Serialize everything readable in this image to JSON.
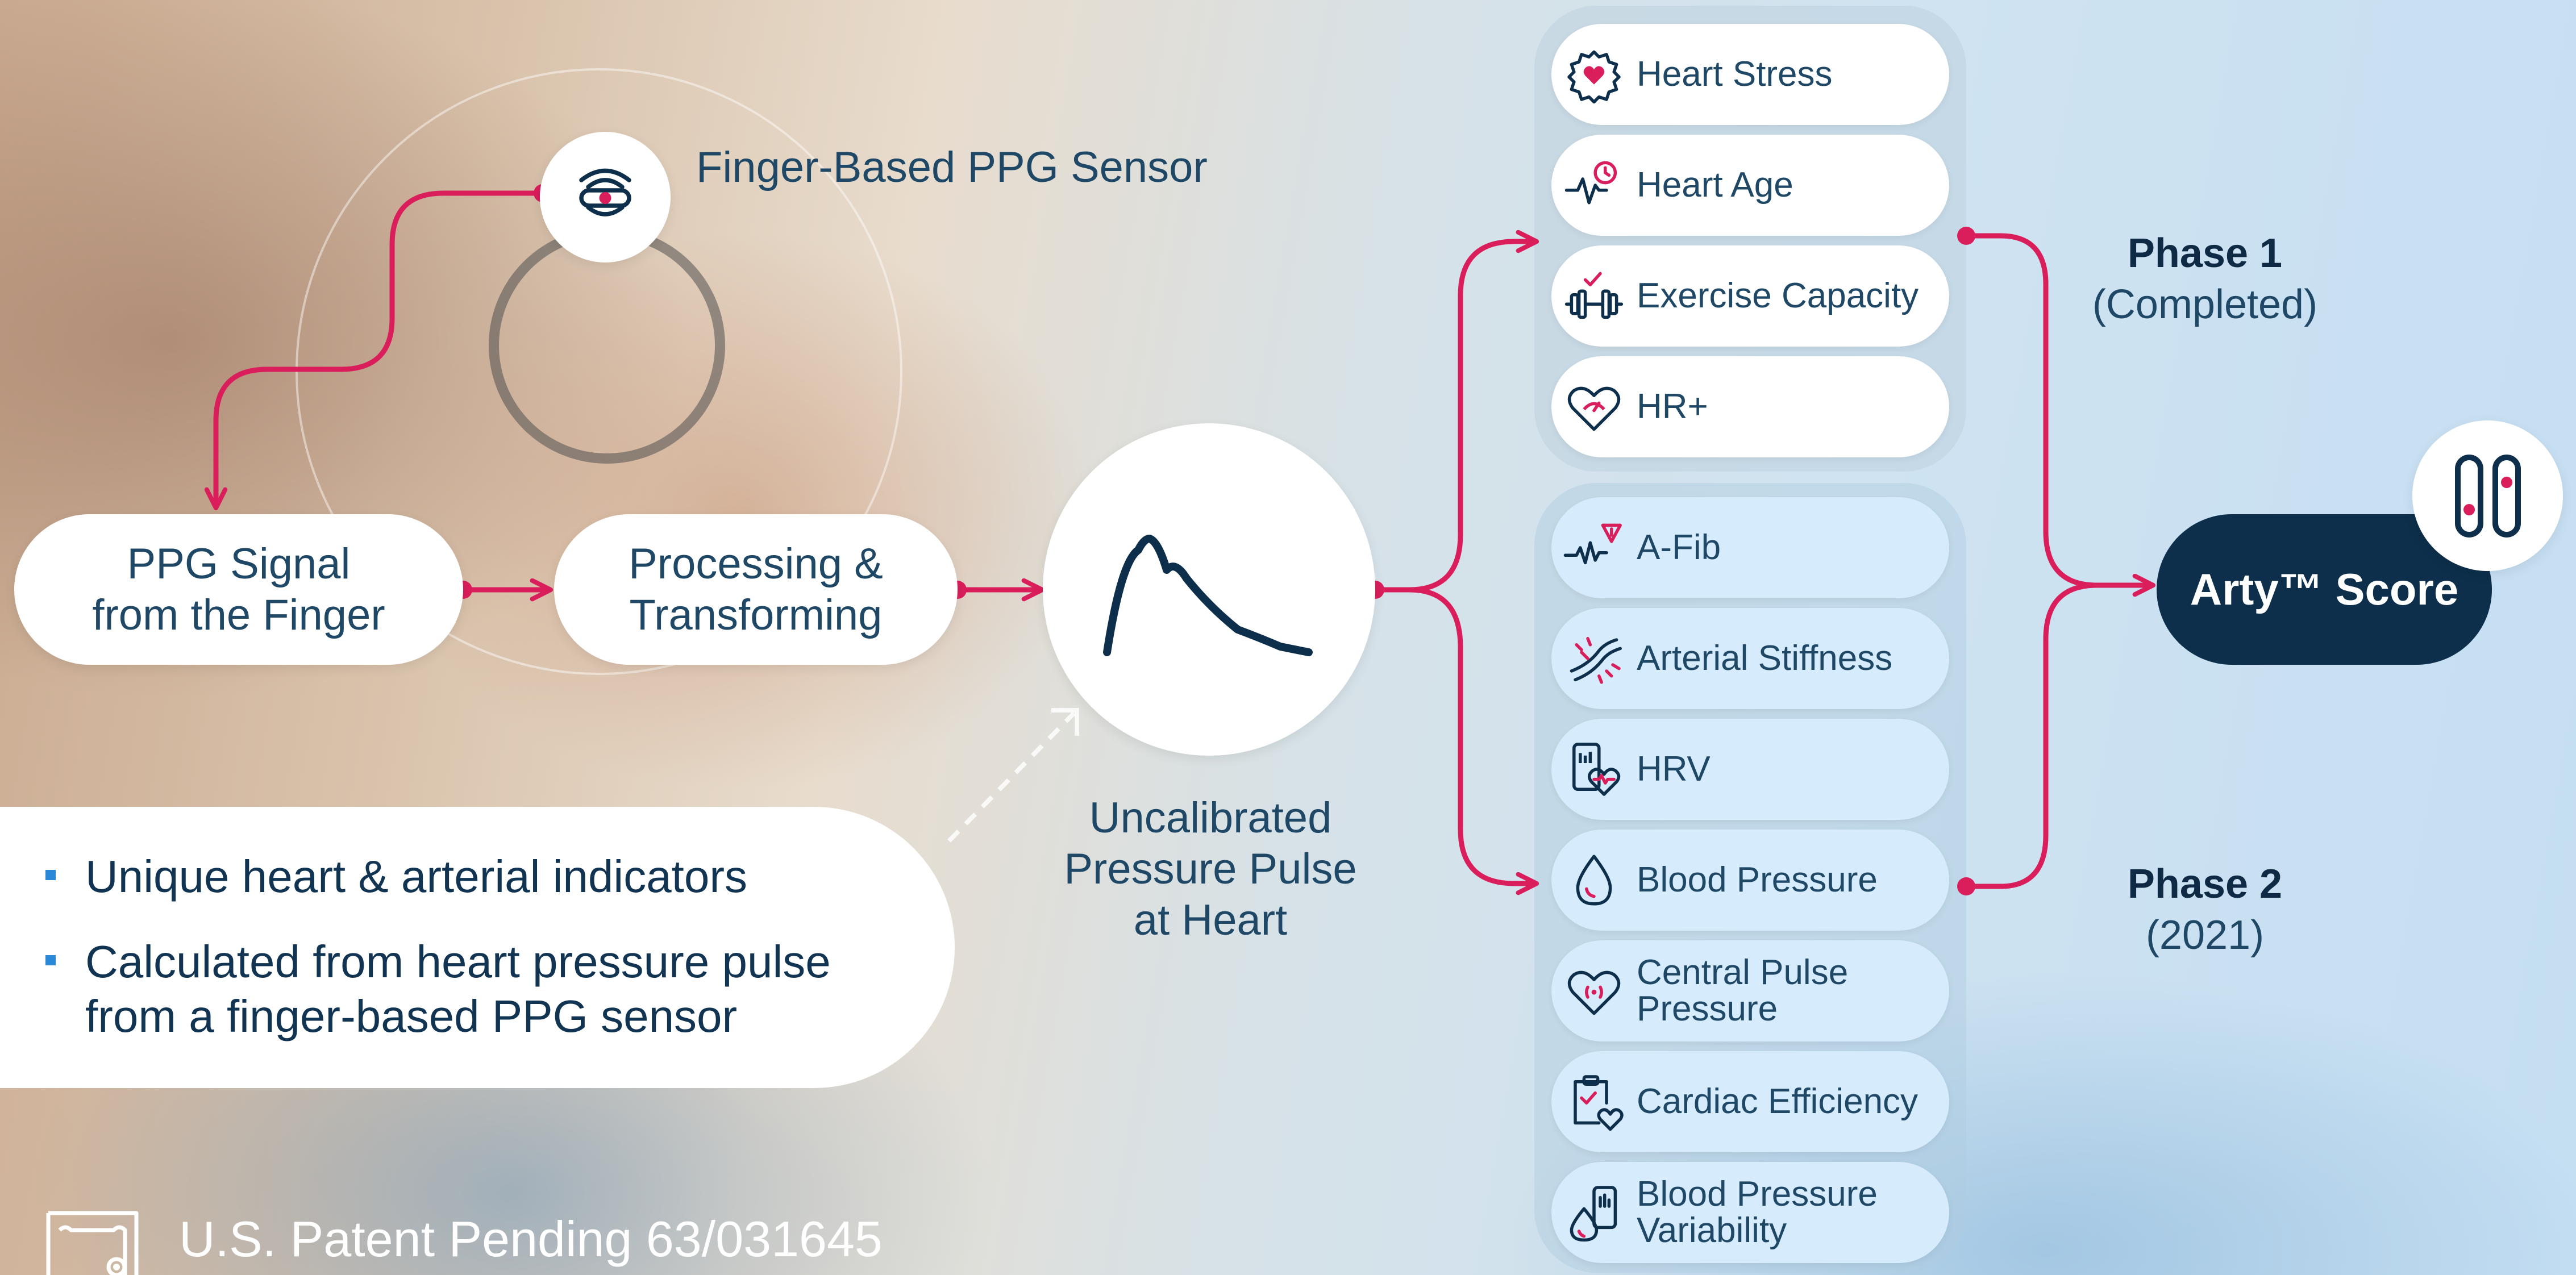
{
  "colors": {
    "accent": "#d91e5b",
    "navy": "#0d2f4b",
    "text": "#1f4766",
    "phase2_pill": "#d6ebfb",
    "bullet": "#2a88d8"
  },
  "sensor": {
    "label": "Finger-Based PPG Sensor",
    "icon": "ppg-sensor-icon"
  },
  "flow": {
    "signal": "PPG Signal\nfrom the Finger",
    "processing": "Processing &\nTransforming",
    "pulse_caption": "Uncalibrated\nPressure Pulse\nat Heart",
    "pulse_icon": "pulse-waveform-icon"
  },
  "phase1": {
    "title": "Phase 1",
    "subtitle": "(Completed)",
    "items": [
      {
        "label": "Heart Stress",
        "icon": "heart-gear-icon"
      },
      {
        "label": "Heart Age",
        "icon": "heartbeat-clock-icon"
      },
      {
        "label": "Exercise Capacity",
        "icon": "dumbbell-check-icon"
      },
      {
        "label": "HR+",
        "icon": "heart-gauge-icon"
      }
    ]
  },
  "phase2": {
    "title": "Phase 2",
    "subtitle": "(2021)",
    "items": [
      {
        "label": "A-Fib",
        "icon": "afib-warning-icon"
      },
      {
        "label": "Arterial Stiffness",
        "icon": "artery-icon"
      },
      {
        "label": "HRV",
        "icon": "phone-heart-icon"
      },
      {
        "label": "Blood Pressure",
        "icon": "drop-icon"
      },
      {
        "label": "Central Pulse\nPressure",
        "icon": "heart-pulse-icon"
      },
      {
        "label": "Cardiac Efficiency",
        "icon": "clipboard-heart-icon"
      },
      {
        "label": "Blood Pressure\nVariability",
        "icon": "drop-phone-icon"
      }
    ]
  },
  "score": {
    "label": "Arty™ Score",
    "icon": "arty-logo-icon"
  },
  "info": {
    "bullets": [
      "Unique heart & arterial indicators",
      "Calculated from heart  pressure pulse\nfrom a finger-based PPG sensor"
    ]
  },
  "patent": {
    "text": "U.S. Patent Pending 63/031645",
    "icon": "patent-certificate-icon"
  }
}
